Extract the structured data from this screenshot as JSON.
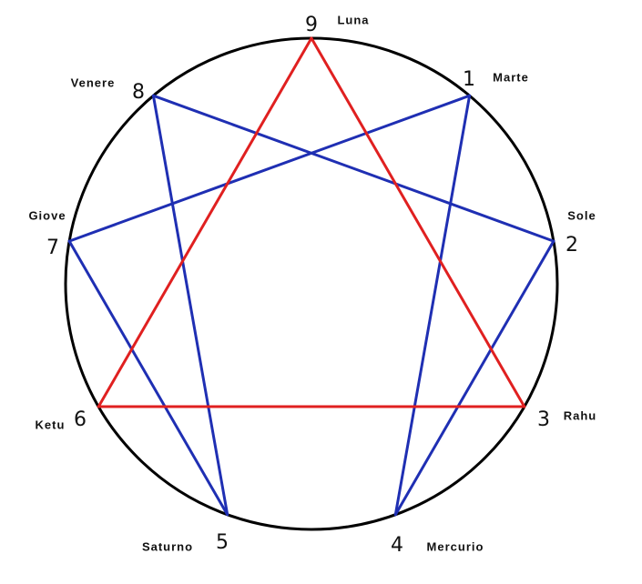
{
  "colors": {
    "circle": "#000000",
    "triangle": "#e02020",
    "hexad": "#1f2fb3",
    "text": "#111111"
  },
  "points": [
    {
      "number": "1",
      "planet": "Marte"
    },
    {
      "number": "2",
      "planet": "Sole"
    },
    {
      "number": "3",
      "planet": "Rahu"
    },
    {
      "number": "4",
      "planet": "Mercurio"
    },
    {
      "number": "5",
      "planet": "Saturno"
    },
    {
      "number": "6",
      "planet": "Ketu"
    },
    {
      "number": "7",
      "planet": "Giove"
    },
    {
      "number": "8",
      "planet": "Venere"
    },
    {
      "number": "9",
      "planet": "Luna"
    }
  ],
  "triangle_sequence": [
    "9",
    "3",
    "6",
    "9"
  ],
  "hexad_sequence": [
    "1",
    "4",
    "2",
    "8",
    "5",
    "7",
    "1"
  ]
}
